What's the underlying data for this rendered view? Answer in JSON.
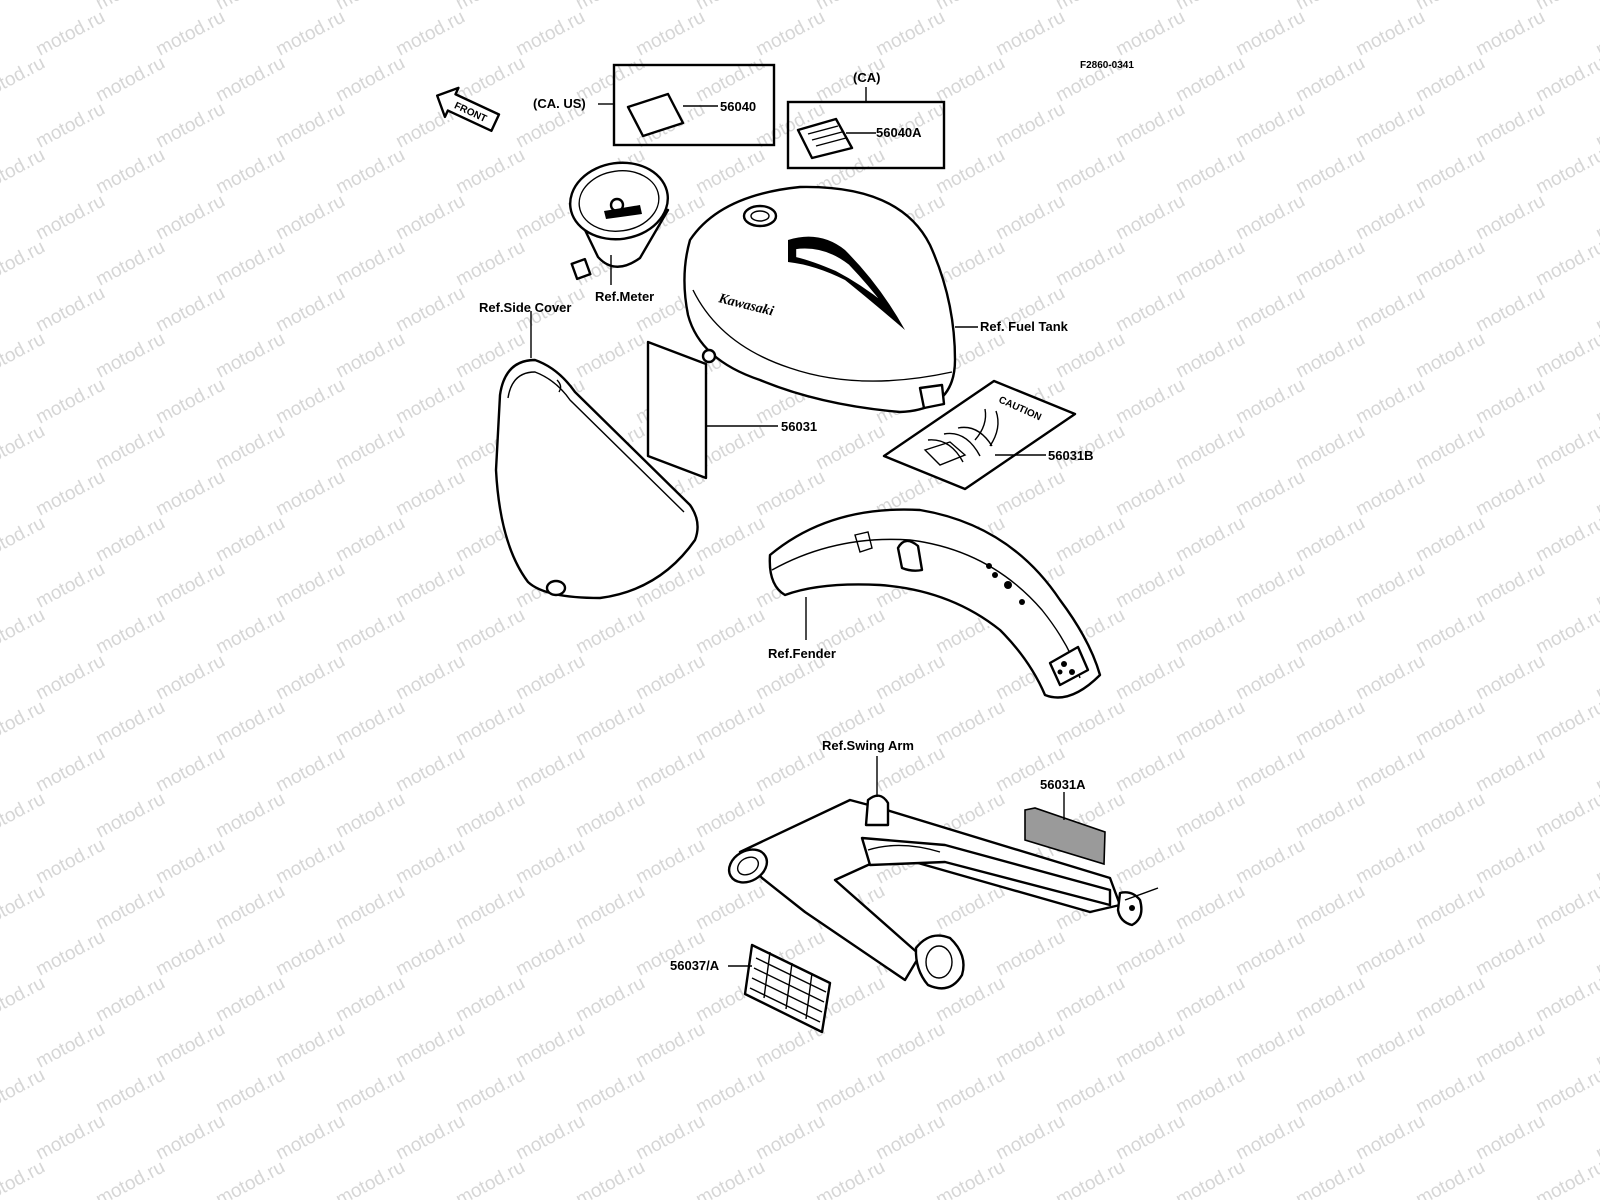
{
  "diagram": {
    "figure_code": "F2860-0341",
    "watermark_text": "motod.ru",
    "front_arrow_label": "FRONT",
    "caution_text": "CAUTION",
    "tank_brand": "Kawasaki",
    "labels": {
      "ca_us": "(CA. US)",
      "ca": "(CA)",
      "p56040": "56040",
      "p56040a": "56040A",
      "ref_meter": "Ref.Meter",
      "ref_side_cover": "Ref.Side Cover",
      "ref_fuel_tank": "Ref. Fuel Tank",
      "p56031": "56031",
      "p56031b": "56031B",
      "ref_fender": "Ref.Fender",
      "ref_swing_arm": "Ref.Swing Arm",
      "p56031a": "56031A",
      "p56037a": "56037/A"
    },
    "colors": {
      "ink": "#000000",
      "paper": "#ffffff",
      "watermark": "#d6d6d6"
    }
  }
}
